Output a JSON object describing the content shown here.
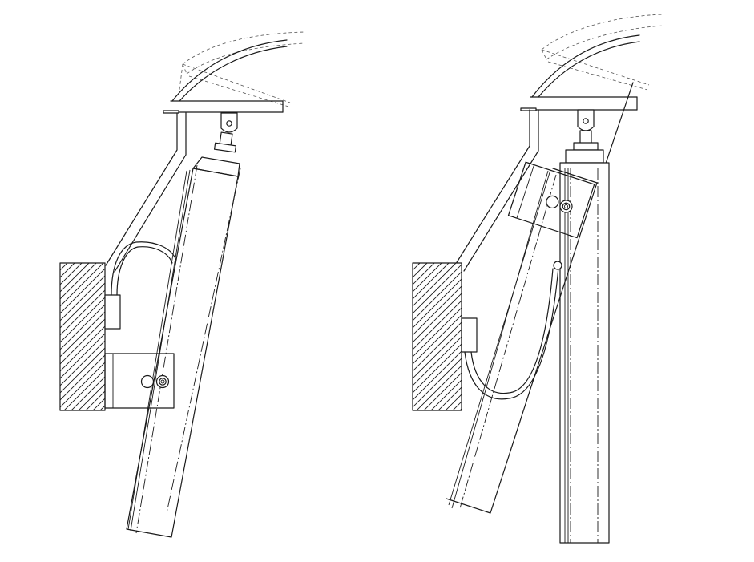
{
  "figure": {
    "panels": [
      {
        "id": "left",
        "state": "bracket-low"
      },
      {
        "id": "right",
        "state": "bracket-high"
      }
    ],
    "colors": {
      "line": "#1a1a1a",
      "bracket_fill_light": "#f2f2f2",
      "bracket_fill_dark": "#9a9a9a",
      "hatch": "#1a1a1a"
    }
  }
}
